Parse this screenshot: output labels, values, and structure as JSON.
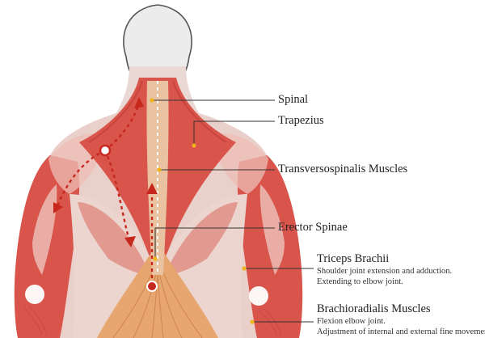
{
  "labels": {
    "spinal": "Spinal",
    "trapezius": "Trapezius",
    "transversospinalis": "Transversospinalis Muscles",
    "erector": "Erector Spinae",
    "triceps": {
      "title": "Triceps Brachii",
      "line1": "Shoulder joint extension and adduction.",
      "line2": "Extending to elbow joint."
    },
    "brachioradialis": {
      "title": "Brachioradialis Muscles",
      "line1": "Flexion  elbow joint.",
      "line2": "Adjustment of internal and external fine movement."
    }
  },
  "colors": {
    "muscle_red": "#d9544b",
    "muscle_dark": "#c9443d",
    "muscle_light": "#ecbdb6",
    "skin": "#ecdad5",
    "spine_tan": "#e9c2a2",
    "lower_orange": "#e7a66f",
    "head_gray": "#ececec",
    "arrow_red": "#c7281d",
    "marker_yellow": "#f1b51c"
  }
}
